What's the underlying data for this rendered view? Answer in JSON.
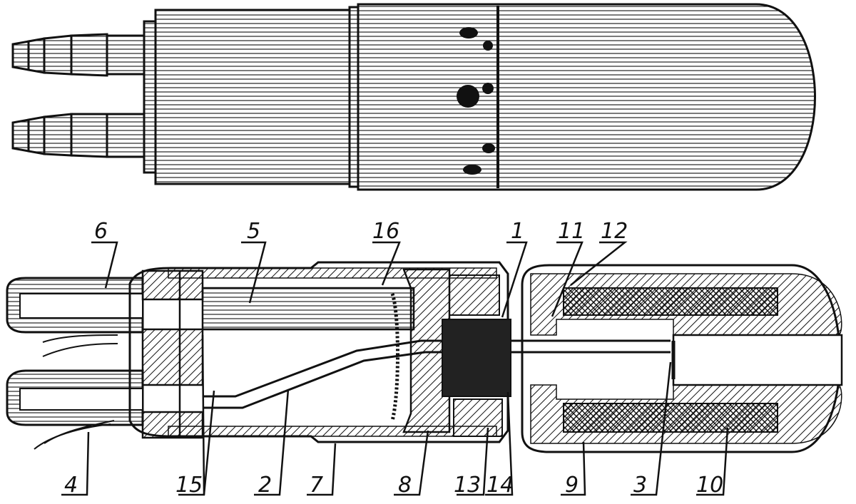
{
  "labels": [
    {
      "id": "6",
      "text": "6"
    },
    {
      "id": "5",
      "text": "5"
    },
    {
      "id": "16",
      "text": "16"
    },
    {
      "id": "1",
      "text": "1"
    },
    {
      "id": "11",
      "text": "11"
    },
    {
      "id": "12",
      "text": "12"
    },
    {
      "id": "4",
      "text": "4"
    },
    {
      "id": "15",
      "text": "15"
    },
    {
      "id": "2",
      "text": "2"
    },
    {
      "id": "7",
      "text": "7"
    },
    {
      "id": "8",
      "text": "8"
    },
    {
      "id": "13",
      "text": "13"
    },
    {
      "id": "14",
      "text": "14"
    },
    {
      "id": "9",
      "text": "9"
    },
    {
      "id": "3",
      "text": "3"
    },
    {
      "id": "10",
      "text": "10"
    }
  ]
}
